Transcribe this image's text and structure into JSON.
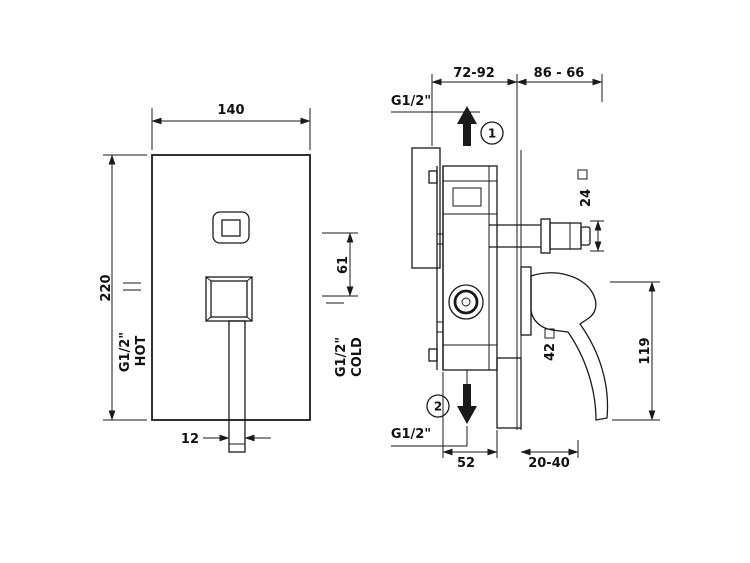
{
  "front_view": {
    "dim_width": "140",
    "dim_height": "220",
    "dim_handle_width": "12",
    "hot_thread": "G1/2\"",
    "hot_label": "HOT",
    "dim_port_spacing": "61",
    "cold_thread": "G1/2\"",
    "cold_label": "COLD"
  },
  "side_view": {
    "dim_rough_depth": "72-92",
    "dim_handle_projection": "86 - 66",
    "top_thread": "G1/2\"",
    "marker_1": "1",
    "dim_spout_square": "24",
    "dim_escutcheon_square": "42",
    "dim_handle_length": "119",
    "marker_2": "2",
    "bottom_thread": "G1/2\"",
    "dim_outlet_offset": "52",
    "dim_finished_wall_range": "20-40"
  },
  "colors": {
    "line": "#1a1a1a",
    "background": "#ffffff"
  }
}
